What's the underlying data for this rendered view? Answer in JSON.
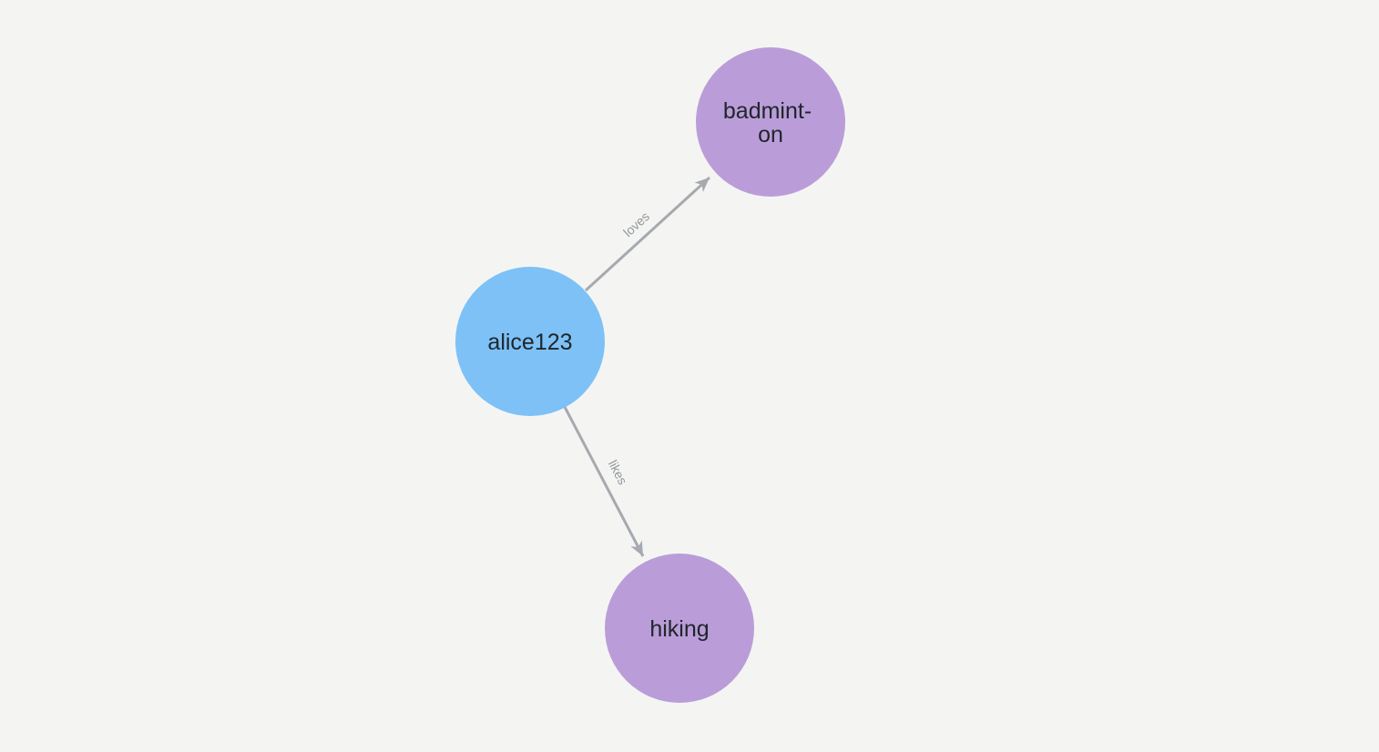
{
  "canvas": {
    "background": "#f4f5f3"
  },
  "graph": {
    "nodes": [
      {
        "id": "alice123",
        "lines": [
          "alice123"
        ],
        "color": "#7dc1f7"
      },
      {
        "id": "badminton",
        "lines": [
          "badmint-",
          "on"
        ],
        "color": "#ba9dd8"
      },
      {
        "id": "hiking",
        "lines": [
          "hiking"
        ],
        "color": "#ba9dd8"
      }
    ],
    "edges": [
      {
        "label": "loves",
        "from": "alice123",
        "to": "badminton"
      },
      {
        "label": "likes",
        "from": "alice123",
        "to": "hiking"
      }
    ]
  },
  "colors": {
    "edge": "#a6a9ae",
    "edge_label": "#92979c",
    "node_text": "#20262b"
  }
}
